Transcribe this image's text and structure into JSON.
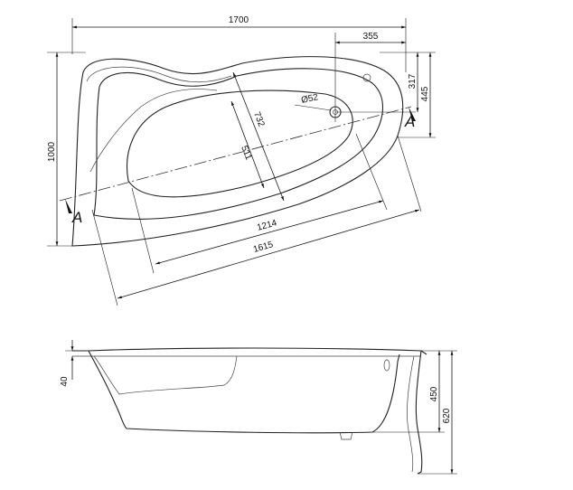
{
  "dimensions": {
    "overall_length": "1700",
    "drain_offset": "355",
    "overall_width": "1000",
    "side_317": "317",
    "side_445": "445",
    "inner_width": "732",
    "basin_width": "511",
    "drain_diameter": "Ø52",
    "basin_length": "1214",
    "inner_length": "1615",
    "rim_height": "40",
    "depth": "450",
    "total_height": "620"
  },
  "section_marks": {
    "left": "A",
    "right": "A"
  }
}
